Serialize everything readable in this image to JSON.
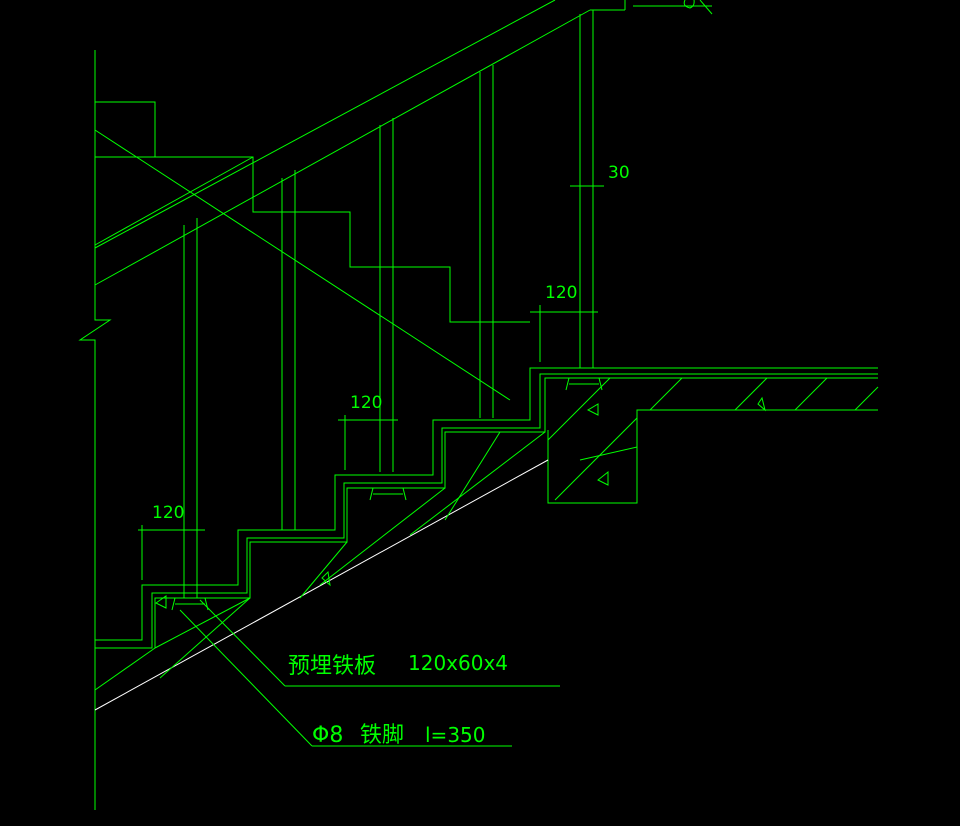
{
  "annotations": {
    "dim_top": "30",
    "dim_120_upper": "120",
    "dim_120_middle": "120",
    "dim_120_lower": "120",
    "note_plate_name": "预埋铁板",
    "note_plate_spec": "120x60x4",
    "note_anchor_symbol": "Φ8",
    "note_anchor_name": "铁脚",
    "note_anchor_spec": "l=350"
  },
  "colors": {
    "line": "#00ff00",
    "edge": "#ffffff",
    "background": "#000000"
  }
}
